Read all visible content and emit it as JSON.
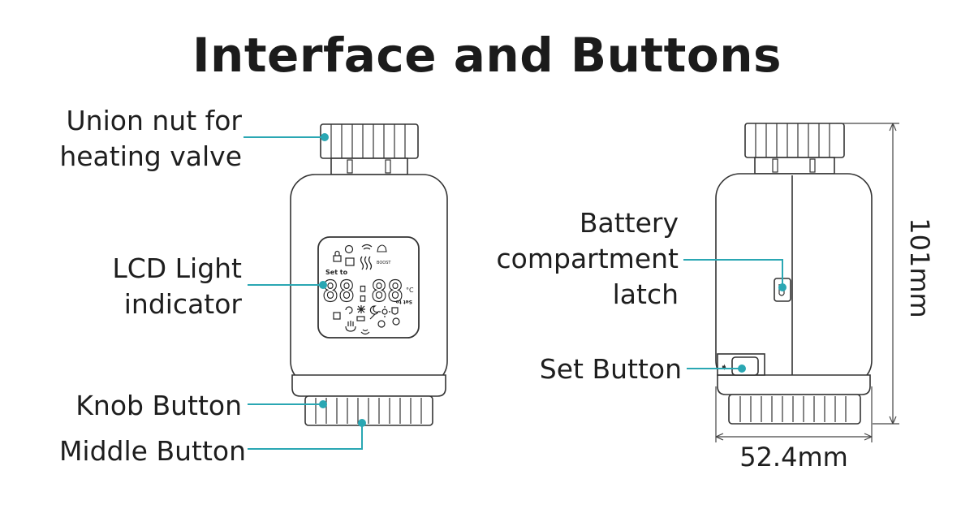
{
  "title": "Interface and Buttons",
  "colors": {
    "leader": "#2aa7b3",
    "outline": "#333333"
  },
  "labels": {
    "union_nut_line1": "Union nut for",
    "union_nut_line2": "heating valve",
    "lcd_line1": "LCD Light",
    "lcd_line2": "indicator",
    "knob": "Knob Button",
    "middle": "Middle Button",
    "battery_line1": "Battery",
    "battery_line2": "compartment",
    "battery_line3": "latch",
    "set_button": "Set Button"
  },
  "dimensions": {
    "height": "101mm",
    "width": "52.4mm"
  },
  "lcd": {
    "digits": "88:88",
    "set_to_top": "Set to",
    "set_to_right": "Set to",
    "boost": "BOOST",
    "unit": "°C"
  }
}
